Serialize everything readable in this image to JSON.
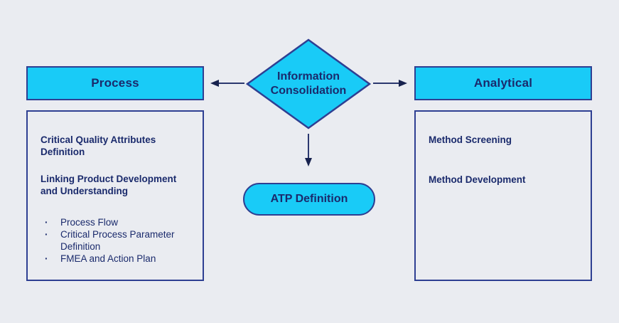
{
  "colors": {
    "background": "#EAECF1",
    "accent_cyan": "#19CBF7",
    "navy_text": "#1A2A6C",
    "box_border": "#2E3F92",
    "arrow": "#2B386F"
  },
  "diagram": {
    "diamond": {
      "label": "Information Consolidation"
    },
    "atp": {
      "label": "ATP Definition"
    },
    "process": {
      "header": "Process",
      "items": [
        "Critical Quality Attributes Definition",
        "Linking Product Development and Understanding"
      ],
      "bullets": [
        "Process Flow",
        "Critical Process Parameter Definition",
        "FMEA and Action Plan"
      ]
    },
    "analytical": {
      "header": "Analytical",
      "items": [
        "Method Screening",
        "Method Development"
      ]
    }
  }
}
